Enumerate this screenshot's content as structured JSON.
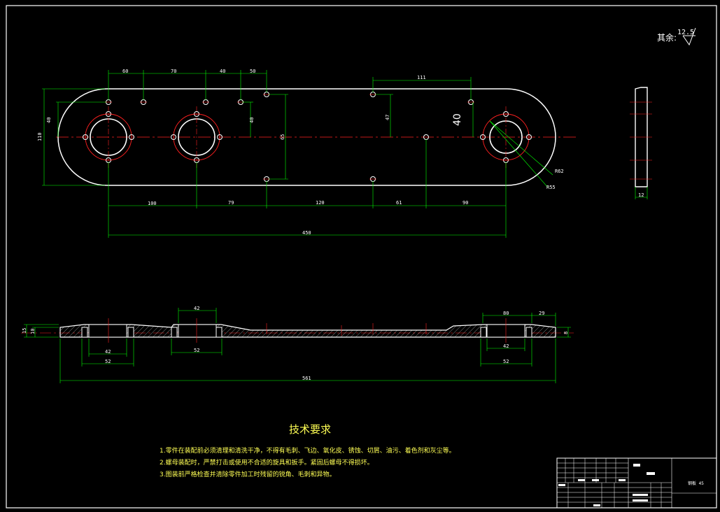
{
  "roughness": {
    "label": "其余:",
    "value": "12.5"
  },
  "top_view": {
    "dims": {
      "d60": "60",
      "d70": "70",
      "d40a": "40",
      "d50": "50",
      "d111": "111",
      "d40b": "40",
      "d47": "47",
      "d40c": "40",
      "d40d": "40",
      "d110": "110",
      "d65": "65",
      "r62": "R62",
      "r55": "R55",
      "d100": "100",
      "d79": "79",
      "d120": "120",
      "d61": "61",
      "d90": "90",
      "d450": "450"
    }
  },
  "side_view": {
    "dims": {
      "d12": "12"
    }
  },
  "section_view": {
    "dims": {
      "d42a": "42",
      "d52a": "52",
      "d42b": "42",
      "d52b": "52",
      "d42c": "42",
      "d52c": "52",
      "d80": "80",
      "d29": "29",
      "d561": "561",
      "d15": "15",
      "d10": "10",
      "d8": "8"
    }
  },
  "tech": {
    "title": "技术要求",
    "notes": [
      "1.零件在装配前必须清理和清洗干净，不得有毛刺、飞边、氧化皮、锈蚀、切屑、油污、着色剂和灰尘等。",
      "2.螺母装配时，严禁打击或使用不合适的旋具和扳手。紧固后螺母不得损坏。",
      "3.图装前严格检查并清除零件加工时残留的锐角、毛刺和异物。"
    ]
  },
  "title_block": {
    "material": "钢板 45"
  }
}
